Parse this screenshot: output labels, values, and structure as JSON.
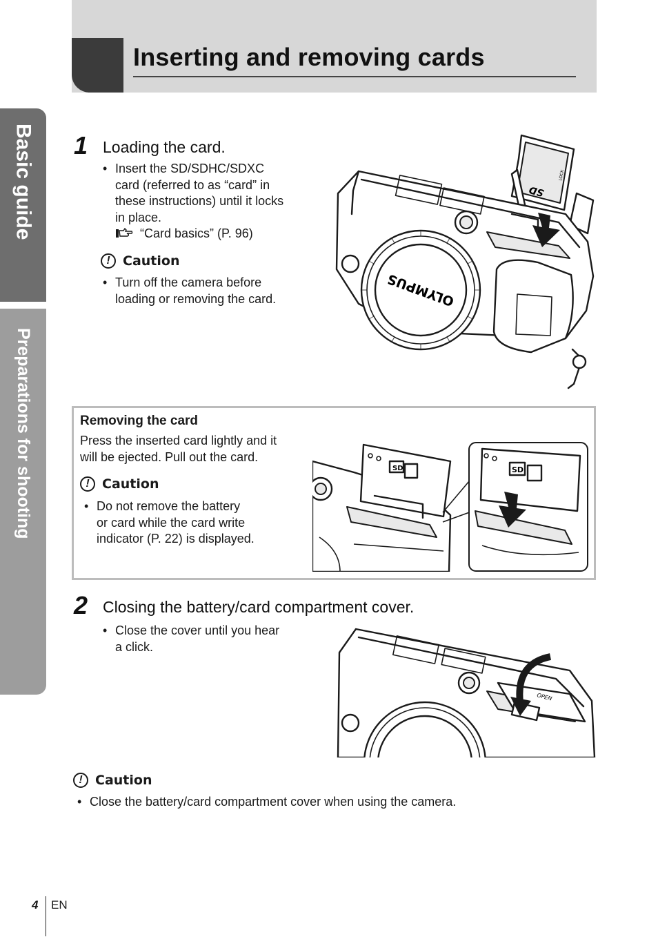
{
  "header": {
    "title": "Inserting and removing cards"
  },
  "side_tabs": {
    "basic": "Basic guide",
    "prep": "Preparations for shooting"
  },
  "step1": {
    "number": "1",
    "heading": "Loading the card.",
    "bullet_lines": [
      "Insert the SD/SDHC/SDXC",
      "card (referred to as “card” in",
      "these instructions) until it locks",
      "in place."
    ],
    "ref": "“Card basics” (P. 96)",
    "caution_label": "Caution",
    "caution_lines": [
      "Turn off the camera before",
      "loading or removing the card."
    ]
  },
  "remove": {
    "title": "Removing the card",
    "text_lines": [
      "Press the inserted card lightly and it",
      "will be ejected. Pull out the card."
    ],
    "caution_label": "Caution",
    "caution_lines": [
      "Do not remove the battery",
      "or card while the card write",
      "indicator (P. 22) is displayed."
    ]
  },
  "step2": {
    "number": "2",
    "heading": "Closing the battery/card compartment cover.",
    "bullet_lines": [
      "Close the cover until you hear",
      "a click."
    ]
  },
  "bottom_caution": {
    "label": "Caution",
    "text": "Close the battery/card compartment cover when using the camera."
  },
  "illustration_text": {
    "brand": "OLYMPUS",
    "sd_card": "SD",
    "lock": "LOCK",
    "slot_sd": "SD",
    "open": "OPEN"
  },
  "footer": {
    "page": "4",
    "lang": "EN"
  }
}
